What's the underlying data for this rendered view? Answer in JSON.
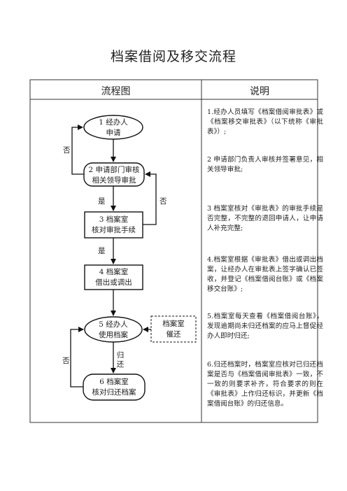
{
  "document": {
    "title": "档案借阅及移交流程",
    "column_headers": {
      "flow": "流程图",
      "notes": "说明"
    }
  },
  "flowchart": {
    "nodes": [
      {
        "id": "step1",
        "lines": [
          "1 经办人",
          "申请"
        ]
      },
      {
        "id": "step2",
        "lines": [
          "2 申请部门审核",
          "相关领导审批"
        ]
      },
      {
        "id": "step3",
        "lines": [
          "3 档案室",
          "核对审批手续"
        ]
      },
      {
        "id": "step4",
        "lines": [
          "4 档案室",
          "借出或调出"
        ]
      },
      {
        "id": "step5",
        "lines": [
          "5 经办人",
          "使用档案"
        ]
      },
      {
        "id": "step6",
        "lines": [
          "6 档案室",
          "核对归还档案"
        ]
      },
      {
        "id": "urge",
        "lines": [
          "档案室",
          "催还"
        ]
      }
    ],
    "labels": {
      "no_1": "否",
      "yes_2": "是",
      "no_3": "否",
      "yes_3": "是",
      "return": "归还",
      "no_6": "否"
    }
  },
  "notes": [
    "1.经办人员填写《档案借阅审批表》或《档案移交审批表》（以下统称《审批表》）;",
    "2 申请部门负责人审核并签署意见，相关领导审批;",
    "3 档案室核对《审批表》的审批手续是否完整，不完整的退回申请人，让申请人补充完整;",
    "4.档案室根据《审批表》借出或调出档案，让经办人在审批表上签字确认已签收，并登记《档案借阅台账》或《档案移交台账》;",
    "5.档案室每天查看《档案借阅台账》，发现逾期尚未归还档案的应马上督促经办人即时归还;",
    "6.归还档案时，档案室应核对已归还档案是否与《档案借阅审批表》一致，不一致的则要求补齐，符合要求的则在《审批表》上作归还标识，并更新《档案借阅台账》的归还信息。"
  ]
}
